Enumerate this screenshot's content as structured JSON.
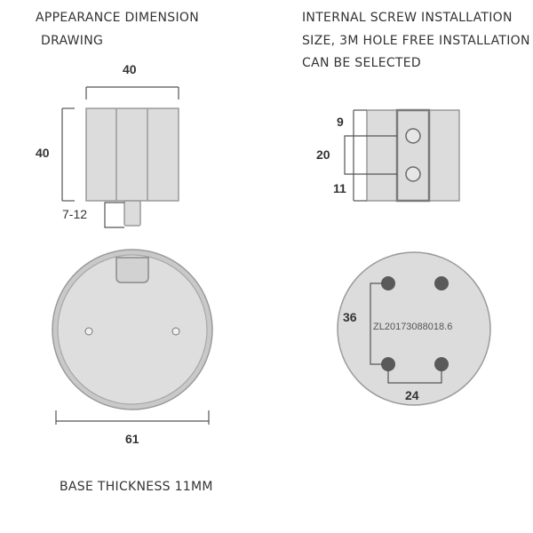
{
  "left_caption": {
    "line1": "APPEARANCE DIMENSION",
    "line2": "DRAWING"
  },
  "right_caption": {
    "line1": "INTERNAL SCREW INSTALLATION",
    "line2": "SIZE, 3M HOLE FREE INSTALLATION",
    "line3": "CAN BE SELECTED"
  },
  "side_view": {
    "width_label": "40",
    "height_label": "40",
    "tab_label": "7-12"
  },
  "screw_view": {
    "top_label": "9",
    "middle_label": "20",
    "bottom_label": "11"
  },
  "base_circle": {
    "diameter_label": "61"
  },
  "hole_circle": {
    "patent_text": "ZL20173088018.6",
    "vertical_label": "36",
    "horizontal_label": "24"
  },
  "footer": {
    "thickness_text": "BASE THICKNESS 11MM"
  },
  "colors": {
    "part_fill": "#dcdcdc",
    "outline": "#8a8a8a",
    "dim_line": "#555555",
    "hole_fill": "#5a5a5a"
  }
}
